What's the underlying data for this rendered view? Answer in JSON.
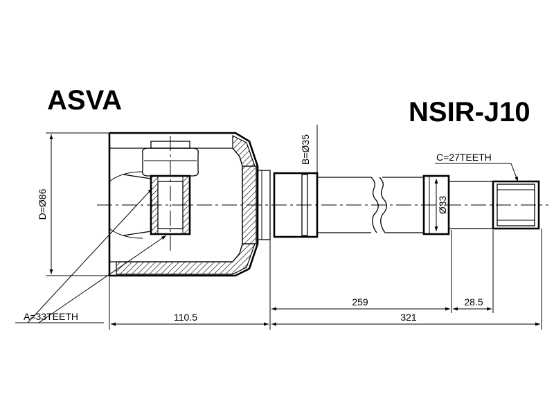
{
  "brand": "ASVA",
  "part_number": "NSIR-J10",
  "dimensions": {
    "outer_diameter": "D=Ø86",
    "boot_diameter": "B=Ø35",
    "shaft_diameter": "Ø33",
    "inner_spline": "A=33TEETH",
    "outer_spline": "C=27TEETH",
    "joint_length": "110.5",
    "shaft_length": "259",
    "spline_length": "28.5",
    "total_length": "321"
  }
}
